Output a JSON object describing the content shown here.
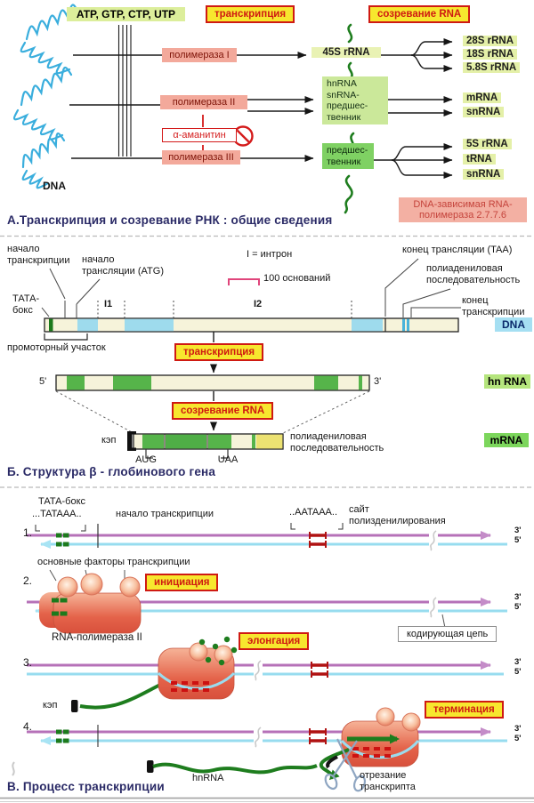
{
  "colors": {
    "accent_red": "#cf1a12",
    "box_yellow": "#f7e72e",
    "pink": "#f3a99b",
    "pink_text": "#7e1408",
    "pale_green": "#e4f0a8",
    "product_green": "#cbe89a",
    "deep_green": "#7fd163",
    "tag_hn": "#b5e57d",
    "tag_mrna": "#7cd65c",
    "tag_dna": "#a5dff2",
    "navy": "#2a2a66",
    "ntp_green": "#dcee9b",
    "enzyme_text": "#c5443c",
    "purple": "#b671b8",
    "cyan": "#97dcef",
    "dark_green": "#1e7d1e",
    "mark_red": "#b01212"
  },
  "sectionA": {
    "ntp": "ATP, GTP, CTP, UTP",
    "transcription": "транскрипция",
    "maturation": "созревание RNA",
    "dna": "DNA",
    "pol1": "полимераза I",
    "pol2": "полимераза II",
    "pol3": "полимераза III",
    "amanitin": "α-аманитин",
    "product45s": "45S rRNA",
    "rrna": [
      "28S rRNA",
      "18S rRNA",
      "5.8S rRNA"
    ],
    "pol2_product": "hnRNA\nsnRNA-\nпредшес-\nтвенник",
    "pol2_outputs": [
      "mRNA",
      "snRNA"
    ],
    "pol3_product": "предшес-\nтвенник",
    "pol3_outputs": [
      "5S rRNA",
      "tRNA",
      "snRNA"
    ],
    "enzyme": "DNA-зависимая RNA-\nполимераза 2.7.7.6",
    "caption": "А.Транскрипция и созревание РНК : общие сведения"
  },
  "sectionB": {
    "start_transcription": "начало\nтранскрипции",
    "start_translation": "начало\nтрансляции (ATG)",
    "intron_legend": "I = интрон",
    "scale": "100 оснований",
    "tata": "ТАТА-\nбокс",
    "promoter": "промоторный участок",
    "i1": "I1",
    "i2": "I2",
    "end_translation": "конец трансляции (TAA)",
    "polya": "полиадениловая\nпоследовательность",
    "end_transcription": "конец\nтранскрипции",
    "dna_tag": "DNA",
    "transcription": "транскрипция",
    "maturation": "созревание RNA",
    "five": "5'",
    "three": "3'",
    "hnrna_tag": "hn RNA",
    "cap": "кэп",
    "aug": "AUG",
    "uaa": "UAA",
    "polya2": "полиадениловая\nпоследовательность",
    "mrna_tag": "mRNA",
    "caption": "Б. Структура  β - глобинового гена"
  },
  "sectionC": {
    "n1": "1.",
    "n2": "2.",
    "n3": "3.",
    "n4": "4.",
    "tata_label": "ТАТА-бокс",
    "tata_seq": "...TATAAA..",
    "start_transcription": "начало транскрипции",
    "aataaa": "..AATAAA..",
    "polya_site": "сайт\nполизденилирования",
    "factors": "основные факторы транскрипции",
    "initiation": "инициация",
    "polymerase": "RNA-полимераза II",
    "coding": "кодирующая цепь",
    "elongation": "элонгация",
    "cap": "кэп",
    "termination": "терминация",
    "hnrna": "hnRNA",
    "cutting": "отрезание\nтранскрипта",
    "three": "3'",
    "five": "5'",
    "caption": "В. Процесс  транскрипции"
  }
}
